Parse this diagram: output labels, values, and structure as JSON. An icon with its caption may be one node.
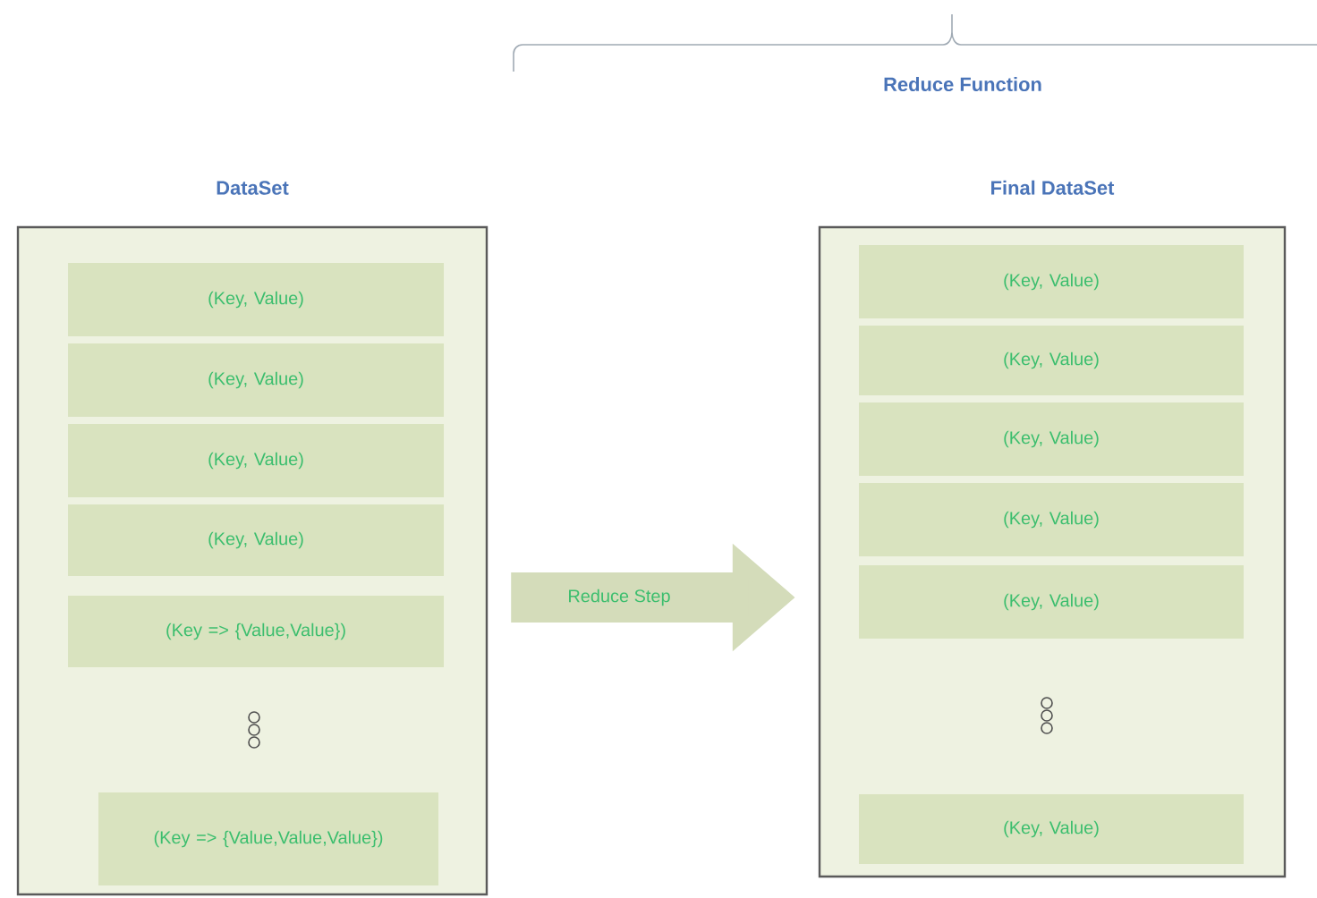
{
  "diagram": {
    "nodes": [
      {
        "text": [
          "DataSet"
        ]
      },
      {
        "text": [
          "(Key, Value)"
        ],
        "in": 0
      },
      {
        "text": [
          "(Key, Value)"
        ],
        "in": 0
      },
      {
        "text": [
          "(Key, Value)"
        ],
        "in": 0
      },
      {
        "text": [
          "(Key, Value)"
        ],
        "in": 0
      },
      {
        "text": [
          "(Key => {Value,Value})"
        ],
        "in": 0
      },
      {
        "text": [
          "(Key => {Value,Value,Value})"
        ],
        "in": 0
      },
      {
        "text": [
          "Final DataSet"
        ]
      },
      {
        "text": [
          "(Key, Value)"
        ],
        "in": 7
      },
      {
        "text": [
          "(Key, Value)"
        ],
        "in": 7
      },
      {
        "text": [
          "(Key, Value)"
        ],
        "in": 7
      },
      {
        "text": [
          "(Key, Value)"
        ],
        "in": 7
      },
      {
        "text": [
          "(Key, Value)"
        ],
        "in": 7
      },
      {
        "text": [
          "(Key, Value)"
        ],
        "in": 7
      }
    ],
    "edges": [
      {
        "from": 0,
        "to": 7,
        "arrow": "to",
        "label": "Reduce Step"
      }
    ],
    "labels": [
      "Reduce Function"
    ]
  }
}
